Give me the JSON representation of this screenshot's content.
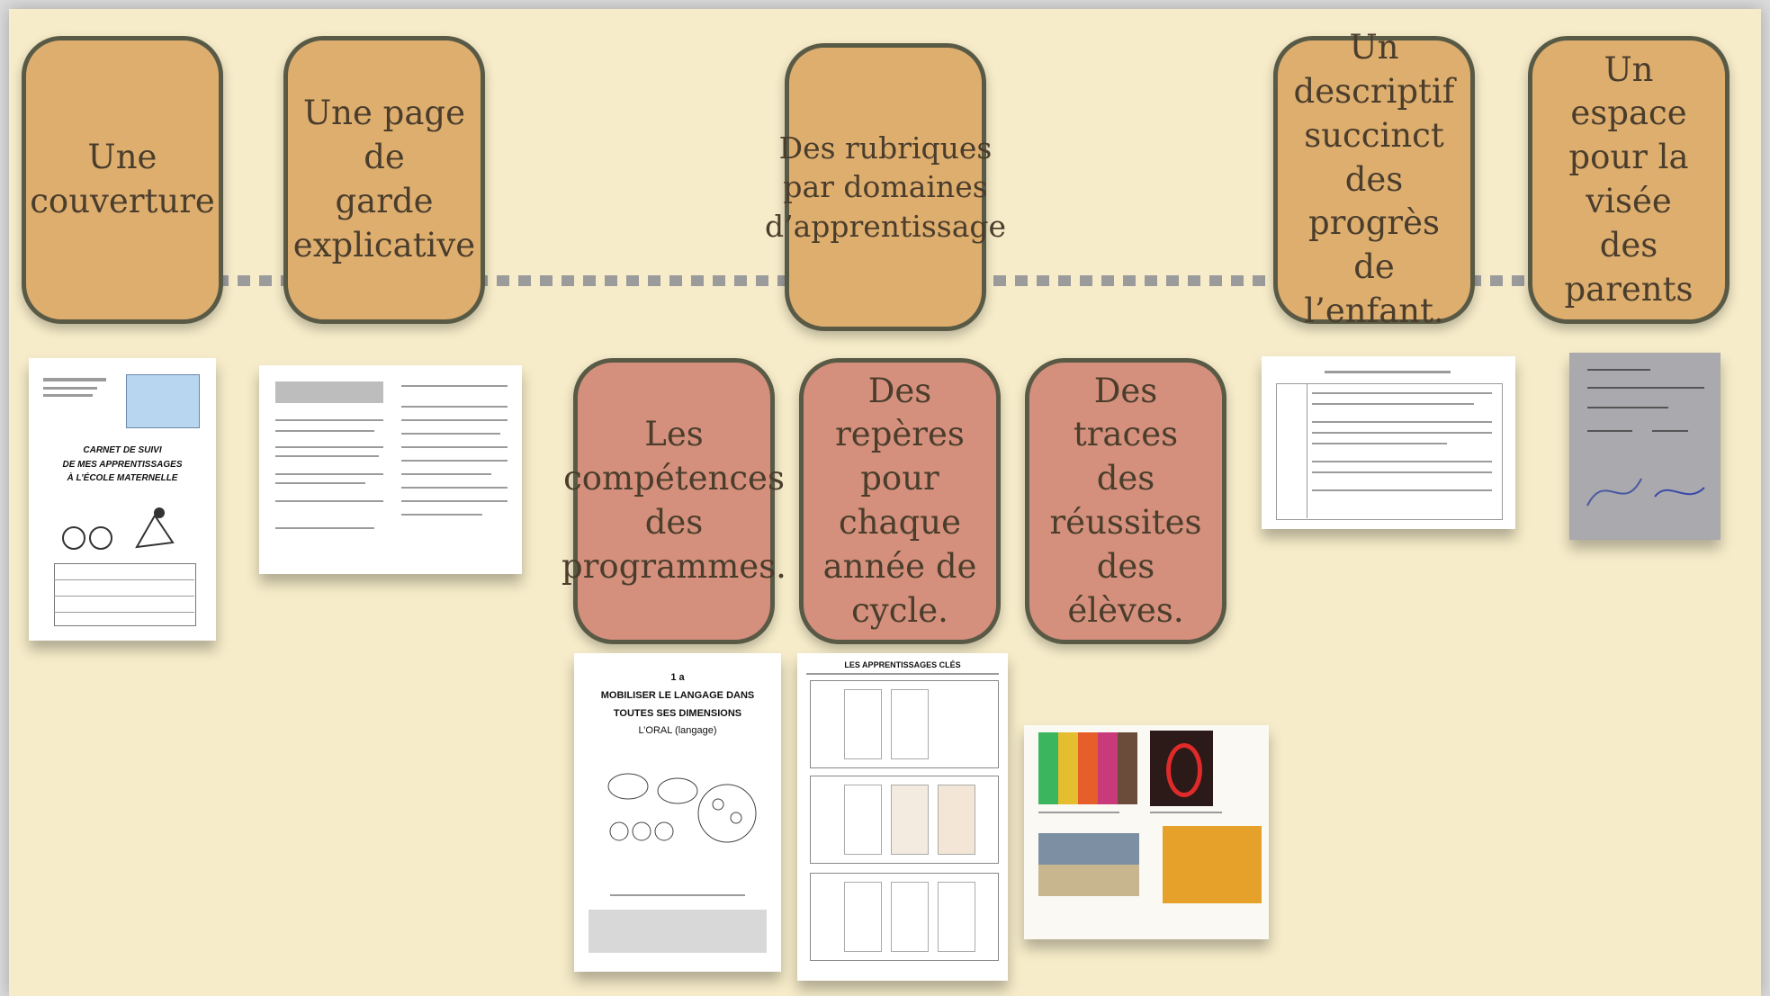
{
  "top_cards": [
    {
      "lines": [
        "Une",
        "couverture"
      ]
    },
    {
      "lines": [
        "Une page de",
        "garde",
        "explicative"
      ]
    },
    {
      "lines": [
        "Des rubriques",
        "par domaines",
        "d’apprentissage"
      ]
    },
    {
      "lines": [
        "Un descriptif",
        "succinct des",
        "progrès de",
        "l’enfant."
      ]
    },
    {
      "lines": [
        "Un espace",
        "pour la visée",
        "des parents"
      ]
    }
  ],
  "middle_cards": [
    {
      "lines": [
        "Les",
        "compétences",
        "des",
        "programmes."
      ]
    },
    {
      "lines": [
        "Des repères",
        "pour chaque",
        "année de",
        "cycle."
      ]
    },
    {
      "lines": [
        "Des traces",
        "des réussites",
        "des élèves."
      ]
    }
  ],
  "thumbnails": {
    "cover_title": [
      "CARNET DE SUIVI",
      "DE MES APPRENTISSAGES",
      "À L’ÉCOLE MATERNELLE"
    ],
    "langage_page": [
      "1 a",
      "MOBILISER LE LANGAGE DANS",
      "TOUTES SES DIMENSIONS",
      "L’ORAL (langage)"
    ],
    "cles_page_title": "LES APPRENTISSAGES CLÉS"
  },
  "colors": {
    "background": "#f6ecc9",
    "tan_card": "#deae6f",
    "pink_card": "#d4907c",
    "timeline": "#9b9b9b"
  }
}
